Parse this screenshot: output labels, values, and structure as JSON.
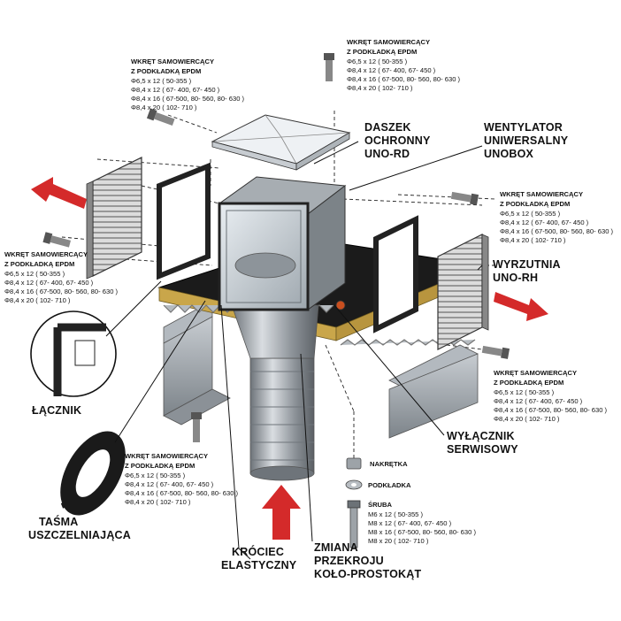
{
  "screw_spec_epdm": {
    "title_1": "WKRĘT SAMOWIERCĄCY",
    "title_2": "Z PODKŁADKĄ EPDM",
    "lines": [
      "Φ6,5 x 12 ( 50-355 )",
      "Φ8,4 x 12 ( 67- 400, 67- 450 )",
      "Φ8,4 x 16 ( 67-500, 80- 560, 80- 630 )",
      "Φ8,4 x 20 ( 102- 710 )"
    ]
  },
  "labels": {
    "daszek": [
      "DASZEK",
      "OCHRONNY",
      "UNO-RD"
    ],
    "wentylator": [
      "WENTYLATOR",
      "UNIWERSALNY",
      "UNOBOX"
    ],
    "wyrzutnia": [
      "WYRZUTNIA",
      "UNO-RH"
    ],
    "lacznik": "ŁĄCZNIK",
    "tasma": [
      "TAŚMA",
      "USZCZELNIAJĄCA"
    ],
    "krociec": [
      "KRÓCIEC",
      "ELASTYCZNY"
    ],
    "zmiana": [
      "ZMIANA",
      "PRZEKROJU",
      "KOŁO-PROSTOKĄT"
    ],
    "wylacznik": [
      "WYŁĄCZNIK",
      "SERWISOWY"
    ]
  },
  "hardware": {
    "nakretka": "NAKRĘTKA",
    "podkladka": "PODKŁADKA",
    "sruba": "ŚRUBA",
    "sruba_lines": [
      "M6 x 12 ( 50-355 )",
      "M8 x 12 ( 67- 400, 67- 450 )",
      "M8 x 16 ( 67-500, 80- 560, 80- 630 )",
      "M8 x 20 ( 102- 710 )"
    ]
  },
  "colors": {
    "arrow_red": "#d42a2a",
    "roof_black": "#1b1b1b",
    "insulation_yellow": "#c9a64a",
    "steel_gray": "#9aa0a6"
  }
}
